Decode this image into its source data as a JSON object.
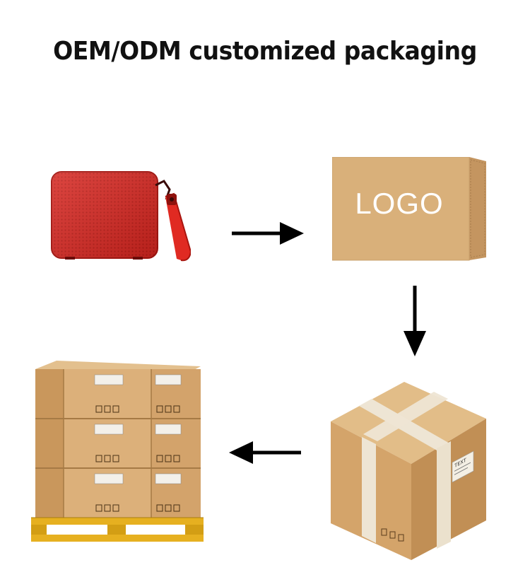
{
  "title": "OEM/ODM customized packaging",
  "logo_box": {
    "label": "LOGO"
  },
  "shipping_box": {
    "label": "TEXT"
  },
  "flow": [
    "speaker",
    "logo-box",
    "sealed-box",
    "pallet"
  ],
  "colors": {
    "speaker": "#d6251f",
    "cardboard": "#d9b07a",
    "cardboard_dark": "#b98e5a",
    "tape": "#eee5d4",
    "pallet_wood": "#e6b020",
    "arrow": "#000000"
  },
  "icons": [
    "speaker-image",
    "right-arrow-icon",
    "down-arrow-icon",
    "left-arrow-icon",
    "pallet-image"
  ]
}
